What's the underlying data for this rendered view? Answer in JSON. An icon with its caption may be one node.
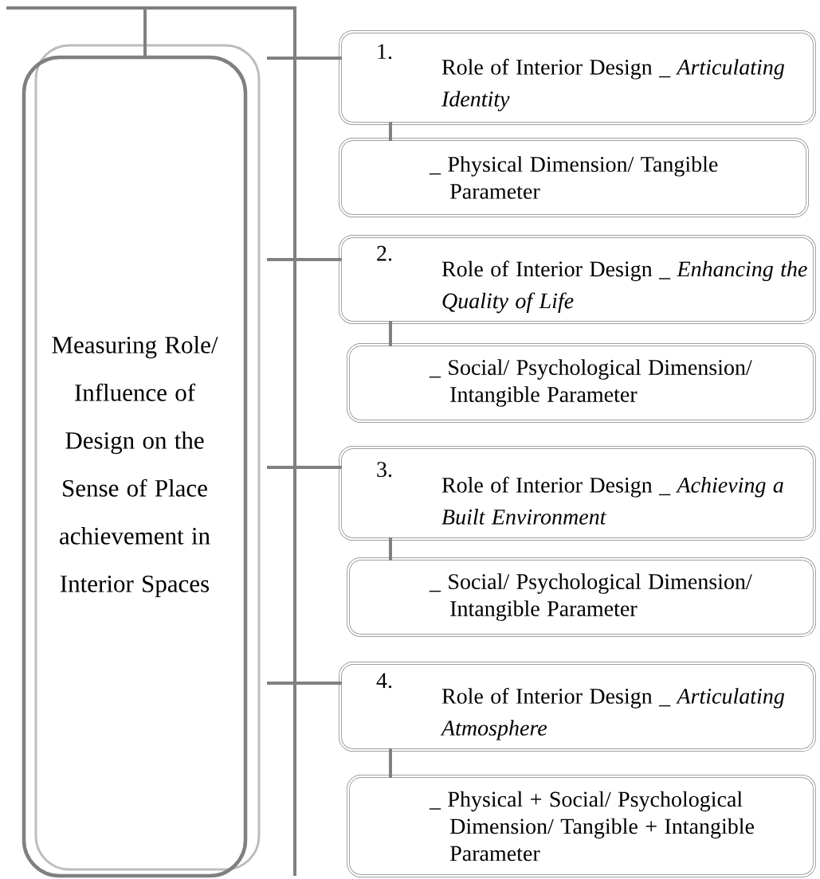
{
  "diagram": {
    "nodes": [
      {
        "text": [
          "Measuring Role/ Influence of Design on the Sense of Place achievement in Interior Spaces"
        ]
      },
      {
        "text": [
          "1.",
          "Role of Interior Design _ *Articulating Identity*"
        ]
      },
      {
        "text": [
          "_ Physical Dimension/ Tangible Parameter"
        ]
      },
      {
        "text": [
          "2.",
          "Role of Interior Design _ *Enhancing the Quality of Life*"
        ]
      },
      {
        "text": [
          "_ Social/ Psychological Dimension/ Intangible Parameter"
        ]
      },
      {
        "text": [
          "3.",
          "Role of Interior Design _ *Achieving a Built Environment*"
        ]
      },
      {
        "text": [
          "_ Social/ Psychological Dimension/ Intangible Parameter"
        ]
      },
      {
        "text": [
          "4.",
          "Role of Interior Design _ *Articulating Atmosphere*"
        ]
      },
      {
        "text": [
          "_ Physical + Social/ Psychological Dimension/ Tangible + Intangible Parameter"
        ]
      }
    ],
    "edges": [
      {
        "from": 0,
        "to": 1,
        "arrow": "none"
      },
      {
        "from": 0,
        "to": 3,
        "arrow": "none"
      },
      {
        "from": 0,
        "to": 5,
        "arrow": "none"
      },
      {
        "from": 0,
        "to": 7,
        "arrow": "none"
      },
      {
        "from": 1,
        "to": 2,
        "arrow": "none"
      },
      {
        "from": 3,
        "to": 4,
        "arrow": "none"
      },
      {
        "from": 5,
        "to": 6,
        "arrow": "none"
      },
      {
        "from": 7,
        "to": 8,
        "arrow": "none"
      }
    ]
  }
}
